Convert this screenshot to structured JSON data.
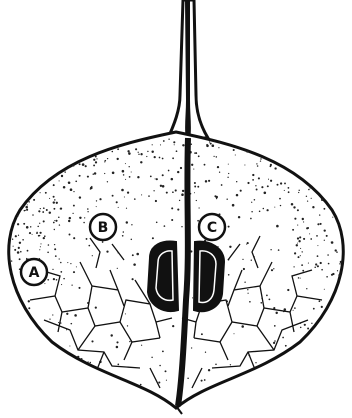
{
  "diagram": {
    "labels": [
      {
        "id": "A",
        "text": "A"
      },
      {
        "id": "B",
        "text": "B"
      },
      {
        "id": "C",
        "text": "C"
      }
    ],
    "colors": {
      "ink": "#111111",
      "fill": "#ffffff",
      "stipple": "#222222"
    }
  }
}
